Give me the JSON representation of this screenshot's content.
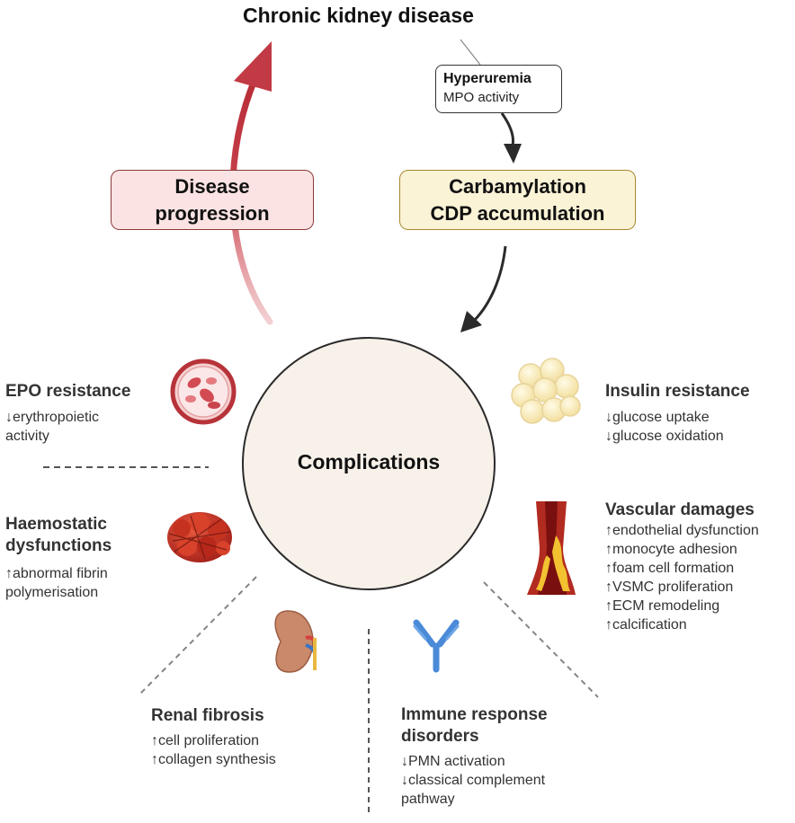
{
  "title": "Chronic kidney disease",
  "trigger": {
    "title": "Hyperuremia",
    "subtitle": "MPO activity"
  },
  "progression": {
    "lines": [
      "Disease",
      "progression"
    ],
    "fill": "#fbe3e3",
    "stroke": "#8a3a3a"
  },
  "carbamylation": {
    "lines": [
      "Carbamylation",
      "CDP accumulation"
    ],
    "fill": "#fbf3d6",
    "stroke": "#a8882e"
  },
  "center": {
    "label": "Complications",
    "fill": "#f8f1ea"
  },
  "arrow_color": "#c23a45",
  "complications": [
    {
      "id": "epo",
      "title": [
        "EPO resistance"
      ],
      "items": [
        "↓erythropoietic",
        "activity"
      ],
      "icon": "red-blood-cell-icon"
    },
    {
      "id": "insulin",
      "title": [
        "Insulin resistance"
      ],
      "items": [
        "↓glucose uptake",
        "↓glucose oxidation"
      ],
      "icon": "adipocyte-cluster-icon"
    },
    {
      "id": "haemostatic",
      "title": [
        "Haemostatic",
        "dysfunctions"
      ],
      "items": [
        "↑abnormal fibrin",
        "polymerisation"
      ],
      "icon": "blood-clot-icon"
    },
    {
      "id": "vascular",
      "title": [
        "Vascular damages"
      ],
      "items": [
        "↑endothelial dysfunction",
        "↑monocyte adhesion",
        "↑foam cell formation",
        "↑VSMC proliferation",
        "↑ECM remodeling",
        "↑calcification"
      ],
      "icon": "artery-plaque-icon"
    },
    {
      "id": "renal",
      "title": [
        "Renal fibrosis"
      ],
      "items": [
        "↑cell proliferation",
        "↑collagen synthesis"
      ],
      "icon": "kidney-icon"
    },
    {
      "id": "immune",
      "title": [
        "Immune response",
        "disorders"
      ],
      "items": [
        "↓PMN activation",
        "↓classical complement",
        "pathway"
      ],
      "icon": "antibody-icon"
    }
  ]
}
